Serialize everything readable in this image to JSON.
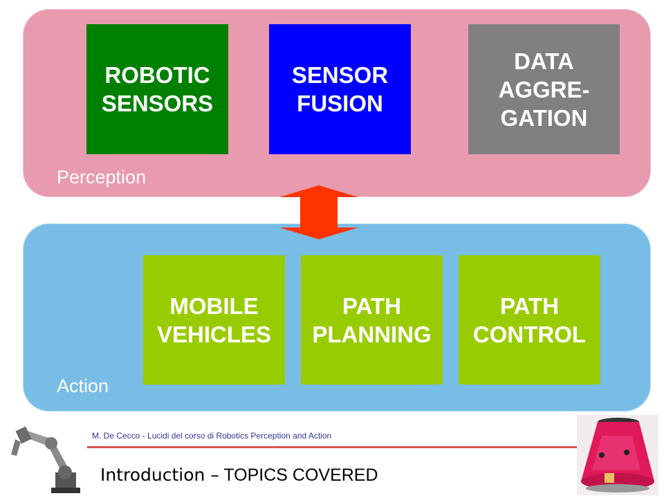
{
  "perception": {
    "label": "Perception"
  },
  "action": {
    "label": "Action"
  },
  "perception_boxes": [
    {
      "label": "ROBOTIC\nSENSORS",
      "color": "#008000"
    },
    {
      "label": "SENSOR\nFUSION",
      "color": "#0000ff"
    },
    {
      "label": "DATA\nAGGRE-\nGATION",
      "color": "#808080"
    }
  ],
  "action_boxes": [
    {
      "label": "MOBILE\nVEHICLES",
      "color": "#99cc00"
    },
    {
      "label": "PATH\nPLANNING",
      "color": "#99cc00"
    },
    {
      "label": "PATH\nCONTROL",
      "color": "#99cc00"
    }
  ],
  "arrow": {
    "type": "double-vertical-arrow",
    "color": "#ff3300"
  },
  "footer": {
    "credit": "M. De Cecco - Lucidi del corso di Robotics Perception and Action",
    "title_part1": "Introduction –",
    "title_part2": " TOPICS COVERED"
  },
  "images": {
    "left": "industrial-robot-arm-icon",
    "right": "mobile-robot-icon"
  }
}
